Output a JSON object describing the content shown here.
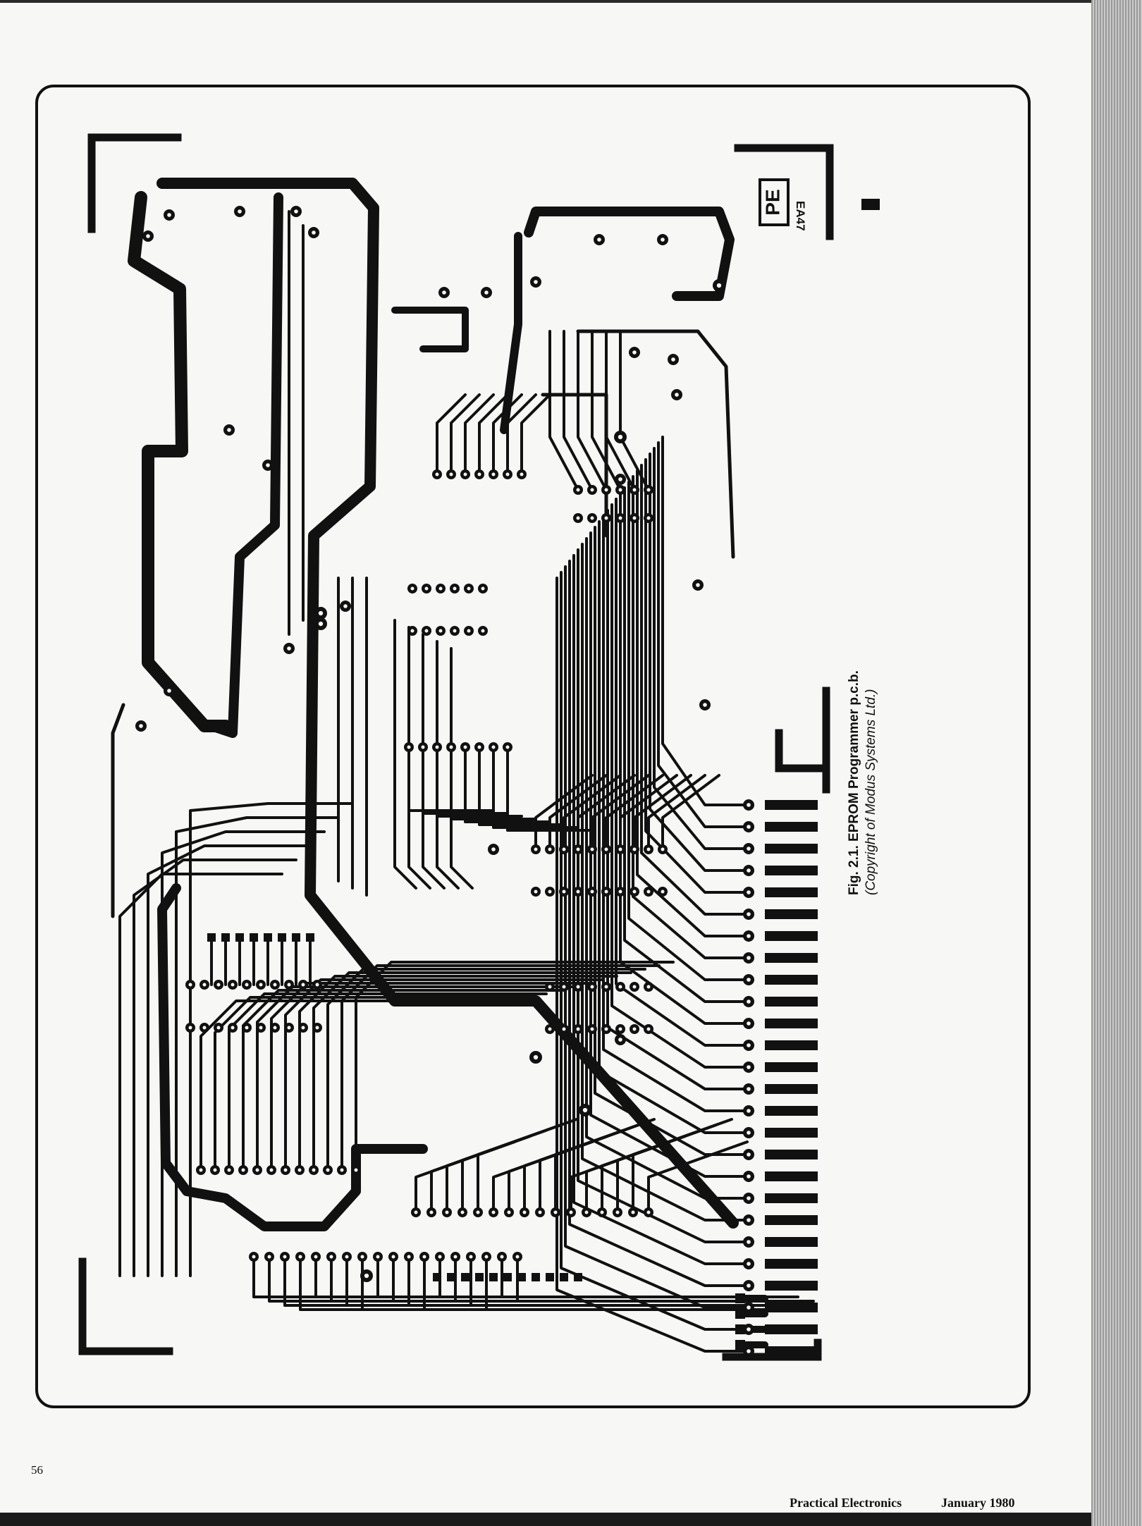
{
  "figure": {
    "caption_title": "Fig. 2.1. EPROM Programmer p.c.b.",
    "caption_credit": "(Copyright of Modus Systems Ltd.)",
    "board_logo": "PE",
    "board_code": "EA47"
  },
  "footer": {
    "page_number": "56",
    "journal": "Practical Electronics",
    "issue": "January 1980"
  },
  "colors": {
    "ink": "#111111",
    "paper": "#f7f7f5"
  }
}
